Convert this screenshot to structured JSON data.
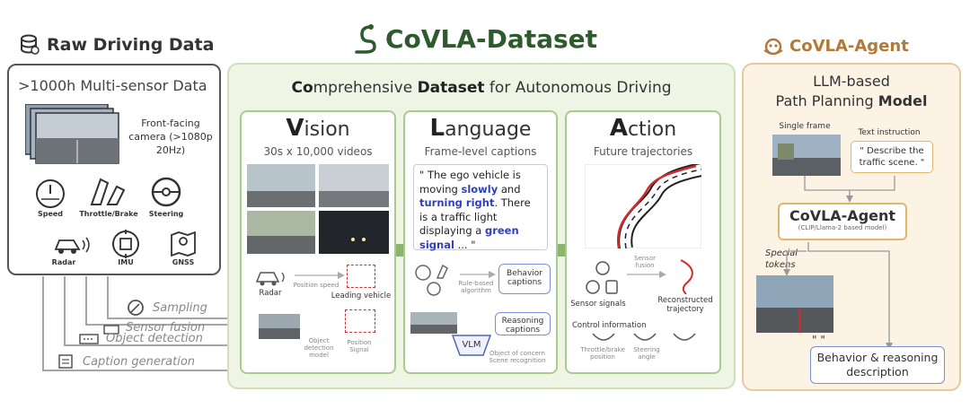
{
  "raw": {
    "title": "Raw Driving Data",
    "header": ">1000h Multi-sensor Data",
    "camera_label": "Front-facing camera (>1080p 20Hz)",
    "sensors": [
      "Speed",
      "Throttle/Brake",
      "Steering",
      "Radar",
      "IMU",
      "GNSS"
    ]
  },
  "dataset": {
    "title": "CoVLA-Dataset",
    "subtitle_pre": "Co",
    "subtitle_mid1": "mprehensive ",
    "subtitle_bold": "Dataset",
    "subtitle_end": " for Autonomous Driving",
    "vision": {
      "initial": "V",
      "rest": "ision",
      "sub": "30s x 10,000 videos",
      "radar": "Radar",
      "position_speed": "Position speed",
      "leading_vehicle": "Leading vehicle",
      "detection_model": "Object detection model",
      "position_signal": "Position Signal"
    },
    "language": {
      "initial": "L",
      "rest": "anguage",
      "sub": "Frame-level captions",
      "caption_1": "\" The ego vehicle is moving ",
      "caption_slowly": "slowly",
      "caption_2": " and ",
      "caption_turning": "turning right",
      "caption_3": ". There is a traffic light displaying a ",
      "caption_green": "green signal",
      "caption_4": " ... \"",
      "rule_based": "Rule-based algorithm",
      "behavior_captions": "Behavior captions",
      "reasoning_captions": "Reasoning captions",
      "vlm": "VLM",
      "object_recognition": "Object of concern Scene recognition"
    },
    "action": {
      "initial": "A",
      "rest": "ction",
      "sub": "Future trajectories",
      "sensor_signals": "Sensor signals",
      "sensor_fusion": "Sensor fusion",
      "reconstructed": "Reconstructed trajectory",
      "control_info": "Control information",
      "throttle_position": "Throttle/brake position",
      "steering_angle": "Steering angle"
    }
  },
  "agent": {
    "title": "CoVLA-Agent",
    "head_1": "LLM-based",
    "head_2": "Path Planning ",
    "head_bold": "Model",
    "single_frame": "Single frame",
    "text_instruction": "Text instruction",
    "instruction_text": "\" Describe the traffic scene. \"",
    "agent_name": "CoVLA-Agent",
    "agent_sub": "(CLIP/Llama-2 based model)",
    "special_tokens": "Special tokens",
    "quote_mark": "\" \"",
    "output": "Behavior & reasoning description"
  },
  "flows": {
    "sampling": "Sampling",
    "sensor_fusion": "Sensor fusion",
    "object_detection": "Object detection",
    "caption_generation": "Caption generation"
  },
  "colors": {
    "dataset_green": "#2e5a2e",
    "agent_orange": "#b07a3a",
    "highlight_blue": "#2f3fbf",
    "trajectory_red": "#d42a2a"
  }
}
